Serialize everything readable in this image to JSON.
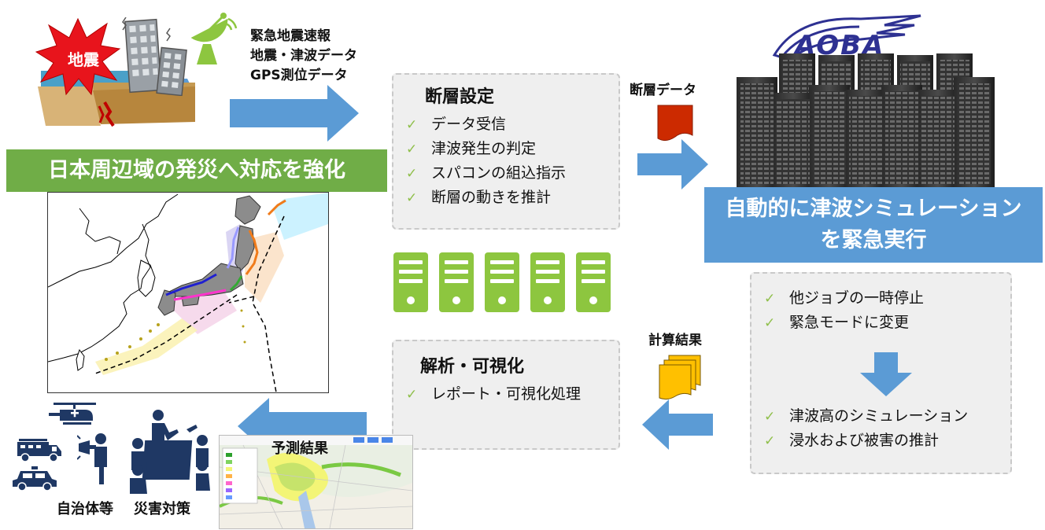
{
  "earthquake": {
    "burst_label": "地震",
    "incoming_lines": [
      "緊急地震速報",
      "地震・津波データ",
      "GPS測位データ"
    ]
  },
  "banner": {
    "text": "日本周辺域の発災へ対応を強化"
  },
  "fault_box": {
    "title": "断層設定",
    "items": [
      "データ受信",
      "津波発生の判定",
      "スパコンの組込指示",
      "断層の動きを推計"
    ]
  },
  "fault_data_label": "断層データ",
  "supercomputer": {
    "logo_text": "AOBA",
    "banner_lines": [
      "自動的に津波シミュレーション",
      "を緊急実行"
    ]
  },
  "ops_box": {
    "items_top": [
      "他ジョブの一時停止",
      "緊急モードに変更"
    ],
    "items_bottom": [
      "津波高のシミュレーション",
      "浸水および被害の推計"
    ]
  },
  "calc_result_label": "計算結果",
  "analysis_box": {
    "title": "解析・可視化",
    "items": [
      "レポート・可視化処理"
    ]
  },
  "prediction_label": "予測結果",
  "recipients": {
    "local_gov": "自治体等",
    "disaster": "災害対策"
  },
  "colors": {
    "green": "#70ad47",
    "blue": "#5b9bd5",
    "server_green": "#8dc63f",
    "check_green": "#8fbf4a",
    "burst_red": "#e8141c",
    "doc_red": "#cc2a00",
    "doc_orange": "#ffc000",
    "navy": "#1f3864"
  },
  "icons": [
    "explosion-icon",
    "building-icon",
    "satellite-dish-icon",
    "document-icon",
    "document-stack-icon",
    "server-icon",
    "helicopter-icon",
    "fire-truck-icon",
    "police-car-icon",
    "megaphone-person-icon",
    "meeting-icon"
  ]
}
